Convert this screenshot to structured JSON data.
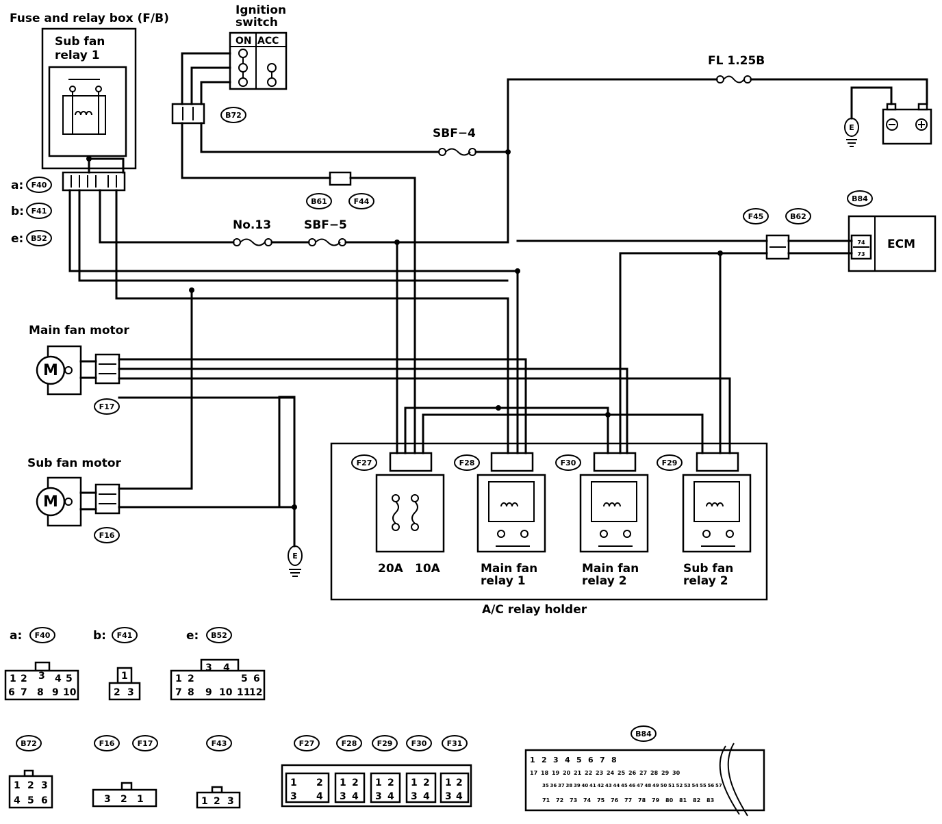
{
  "labels": {
    "fuse_box": "Fuse and relay box (F/B)",
    "sub_fan_relay_1_line1": "Sub fan",
    "sub_fan_relay_1_line2": "relay 1",
    "ignition_line1": "Ignition",
    "ignition_line2": "switch",
    "ign_on": "ON",
    "ign_acc": "ACC",
    "fl_fuse": "FL 1.25B",
    "sbf4": "SBF−4",
    "sbf5": "SBF−5",
    "no13": "No.13",
    "ecm": "ECM",
    "main_fan_motor": "Main fan motor",
    "sub_fan_motor": "Sub fan motor",
    "ac_relay_holder": "A/C relay holder",
    "fuse_20a": "20A",
    "fuse_10a": "10A",
    "main_fan_relay_1_line1": "Main fan",
    "main_fan_relay_1_line2": "relay 1",
    "main_fan_relay_2_line1": "Main fan",
    "main_fan_relay_2_line2": "relay 2",
    "sub_fan_relay_2_line1": "Sub fan",
    "sub_fan_relay_2_line2": "relay 2",
    "ground_e": "E",
    "prefix_a": "a:",
    "prefix_b": "b:",
    "prefix_e": "e:"
  },
  "connector_tags": {
    "F40": "F40",
    "F41": "F41",
    "B52": "B52",
    "B72": "B72",
    "B61": "B61",
    "F44": "F44",
    "F45": "F45",
    "B62": "B62",
    "B84": "B84",
    "F17": "F17",
    "F16": "F16",
    "F27": "F27",
    "F28": "F28",
    "F29": "F29",
    "F30": "F30",
    "F31": "F31",
    "F43": "F43"
  },
  "ecm_pins": {
    "top": "74",
    "bottom": "73"
  },
  "connector_pinouts": {
    "F40": {
      "row1": [
        "1",
        "2",
        "3",
        "4",
        "5"
      ],
      "row2": [
        "6",
        "7",
        "8",
        "9",
        "10"
      ]
    },
    "F41": {
      "row1": [
        "1"
      ],
      "row2": [
        "2",
        "3"
      ]
    },
    "B52": {
      "row1": [
        "1",
        "2",
        "3",
        "4",
        "5",
        "6"
      ],
      "row2": [
        "7",
        "8",
        "9",
        "10",
        "11",
        "12"
      ]
    },
    "B72": {
      "row1": [
        "1",
        "2",
        "3"
      ],
      "row2": [
        "4",
        "5",
        "6"
      ]
    },
    "F16_F17": {
      "row1": [
        "3",
        "2",
        "1"
      ]
    },
    "F43": {
      "row1": [
        "1",
        "2",
        "3"
      ]
    },
    "relay": {
      "row1": [
        "1",
        "2"
      ],
      "row2": [
        "3",
        "4"
      ]
    },
    "B84": {
      "row1": [
        "1",
        "2",
        "3",
        "4",
        "5",
        "6",
        "7",
        "8"
      ],
      "row2": [
        "17",
        "18",
        "19",
        "20",
        "21",
        "22",
        "23",
        "24",
        "25",
        "26",
        "27",
        "28",
        "29",
        "30"
      ],
      "row3": [
        "35",
        "36",
        "37",
        "38",
        "39",
        "40",
        "41",
        "42",
        "43",
        "44",
        "45",
        "46",
        "47",
        "48",
        "49",
        "50",
        "51",
        "52",
        "53",
        "54",
        "55",
        "56",
        "57"
      ],
      "row4": [
        "71",
        "72",
        "73",
        "74",
        "75",
        "76",
        "77",
        "78",
        "79",
        "80",
        "81",
        "82",
        "83"
      ]
    }
  },
  "colors": {
    "line": "#000000",
    "background": "#ffffff"
  }
}
